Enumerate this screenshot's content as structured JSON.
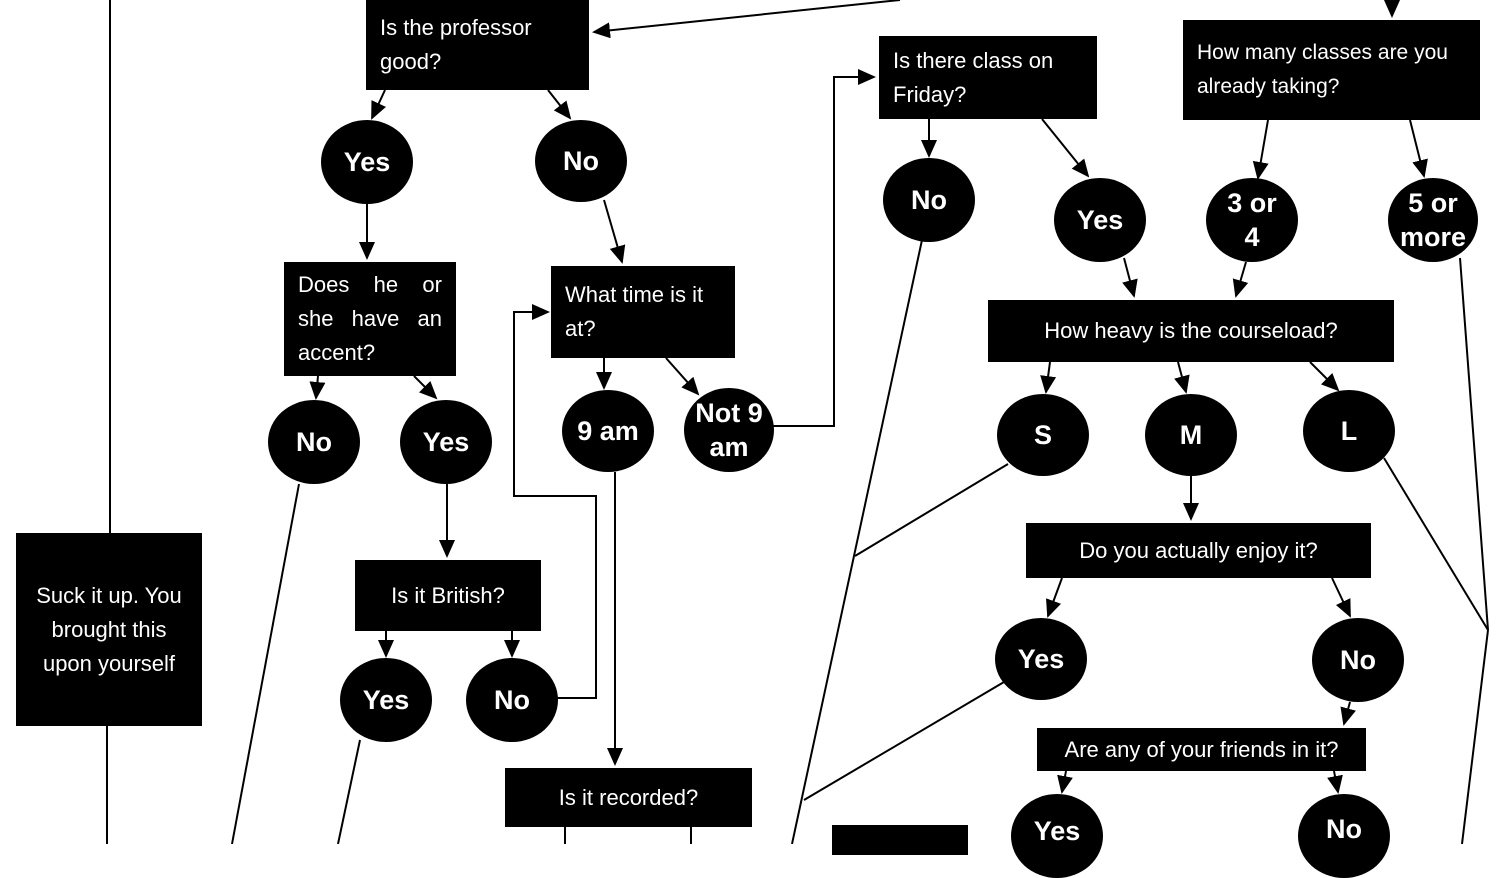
{
  "questions": {
    "professor_good": "Is the professor good?",
    "class_friday": "Is there class on Friday?",
    "how_many_classes": "How many classes are you already taking?",
    "accent": "Does he or she have an accent?",
    "what_time": "What time is it at?",
    "courseload": "How heavy is the courseload?",
    "enjoy": "Do you actually enjoy it?",
    "british": "Is it British?",
    "friends": "Are any of your friends in it?",
    "recorded": "Is it recorded?"
  },
  "outcomes": {
    "suck_it_up": "Suck it up. You brought this upon yourself"
  },
  "answers": {
    "prof_yes": "Yes",
    "prof_no": "No",
    "friday_no": "No",
    "friday_yes": "Yes",
    "classes_3_4": "3 or 4",
    "classes_5_more": "5 or more",
    "accent_no": "No",
    "accent_yes": "Yes",
    "time_9am": "9 am",
    "time_not_9am": "Not 9 am",
    "load_s": "S",
    "load_m": "M",
    "load_l": "L",
    "british_yes": "Yes",
    "british_no": "No",
    "enjoy_yes": "Yes",
    "enjoy_no": "No",
    "friends_yes": "Yes",
    "friends_no": "No"
  }
}
